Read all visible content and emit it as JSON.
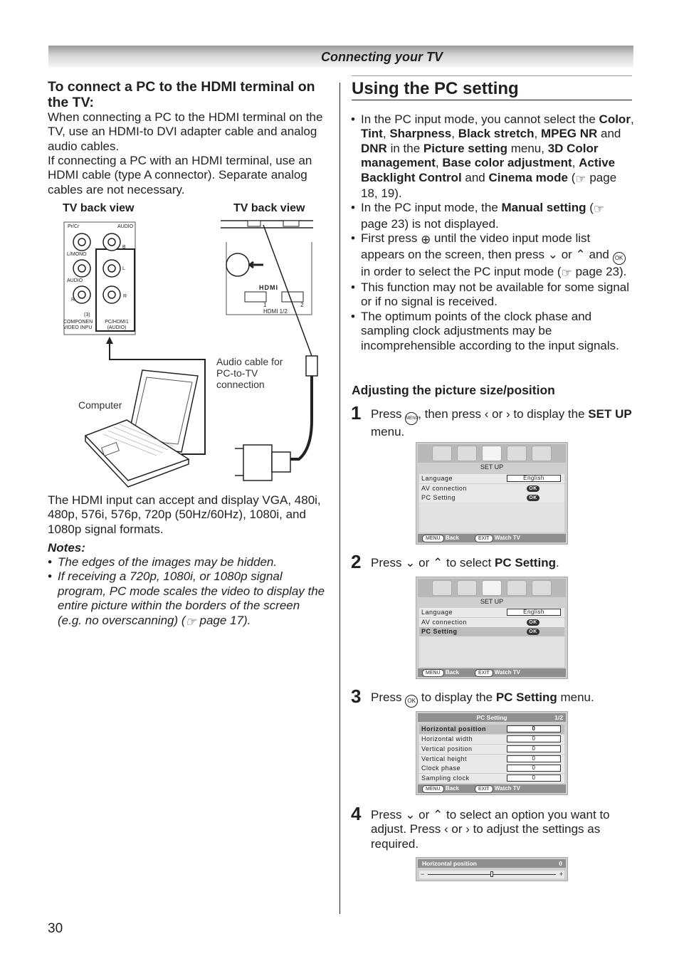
{
  "header": {
    "title": "Connecting your TV"
  },
  "left": {
    "heading": "To connect a PC to the HDMI terminal on the TV:",
    "para1": "When connecting a PC to the HDMI terminal on the TV, use an HDMI-to DVI adapter cable and analog audio cables.",
    "para2": "If connecting a PC with an HDMI terminal, use an HDMI cable (type A connector). Separate analog cables are not necessary.",
    "diagram": {
      "tv_back_view_1": "TV back view",
      "tv_back_view_2": "TV back view",
      "jack_pr": "Pr/Cr",
      "jack_audio_top": "AUDIO",
      "jack_b": "B",
      "jack_lmono": "L/MONO",
      "jack_l": "L",
      "jack_audio_left": "AUDIO",
      "jack_r1": "R",
      "jack_r2": "R",
      "jack_3": "(3)",
      "component": "COMPONEN VIDEO INPU",
      "pc_hdmi": "PC/HDMI1 (AUDIO)",
      "hdmi_logo": "HDMI",
      "hdmi_1": "1",
      "hdmi_2": "2",
      "hdmi_12": "HDMI 1/2",
      "audio_cable": "Audio cable for PC-to-TV connection",
      "computer": "Computer"
    },
    "formats": "The HDMI input can accept and display VGA, 480i, 480p, 576i, 576p, 720p (50Hz/60Hz), 1080i, and 1080p signal formats.",
    "notes_title": "Notes:",
    "note1": "The edges of the images may be hidden.",
    "note2_a": "If receiving a 720p, 1080i, or 1080p signal program, PC mode scales the video to display the entire picture within the borders of the screen (e.g. no overscanning) (",
    "note2_b": " page 17)."
  },
  "right": {
    "title": "Using the PC setting",
    "b1": {
      "t1": "In the PC input mode, you cannot select the ",
      "color": "Color",
      "c1": ", ",
      "tint": "Tint",
      "c2": ", ",
      "sharpness": "Sharpness",
      "c3": ", ",
      "black": "Black stretch",
      "c4": ", ",
      "mpeg": "MPEG NR",
      "and1": " and ",
      "dnr": "DNR",
      "in": " in the ",
      "picture": "Picture setting",
      "menu": " menu, ",
      "color3d": "3D Color management",
      "c5": ", ",
      "base": "Base color adjustment",
      "c6": ", ",
      "backlight": "Active Backlight Control",
      "and2": " and ",
      "cinema": "Cinema mode",
      "open": " (",
      "ref": " page 18, 19)."
    },
    "b2": {
      "t1": "In the PC input mode, the ",
      "manual": "Manual setting",
      "open": " (",
      "ref": " page 23) is not displayed."
    },
    "b3": {
      "t1": "First press ",
      "t2": " until the video input mode list appears on the screen, then press ",
      "or1": " or ",
      "and": " and ",
      "t3": " in order to select the PC input mode (",
      "ref": " page 23).",
      "ok": "OK"
    },
    "b4": "This function may not be available for some signal or if no signal is received.",
    "b5": "The optimum points of the clock phase and sampling clock adjustments may be incomprehensible according to the input signals.",
    "subheading": "Adjusting the picture size/position",
    "steps": [
      {
        "num": "1",
        "a": "Press ",
        "menu_btn": "MENU",
        "b": ", then press ",
        "or": " or ",
        "c": " to display the ",
        "bold": "SET UP",
        "d": " menu."
      },
      {
        "num": "2",
        "a": "Press ",
        "or": " or ",
        "b": " to select ",
        "bold": "PC Setting",
        "c": "."
      },
      {
        "num": "3",
        "a": "Press ",
        "ok": "OK",
        "b": " to display the ",
        "bold": "PC Setting",
        "c": " menu."
      },
      {
        "num": "4",
        "a": "Press ",
        "or": " or ",
        "b": " to select an option you want to adjust. Press ",
        "or2": " or ",
        "c": " to adjust the settings as required."
      }
    ],
    "osd1": {
      "title": "SET UP",
      "rows": [
        {
          "label": "Language",
          "value": "English"
        },
        {
          "label": "AV connection",
          "value": "OK"
        },
        {
          "label": "PC Setting",
          "value": "OK"
        }
      ],
      "back_key": "MENU",
      "back": "Back",
      "watch_key": "EXIT",
      "watch": "Watch TV"
    },
    "osd2": {
      "title": "SET UP",
      "rows": [
        {
          "label": "Language",
          "value": "English"
        },
        {
          "label": "AV connection",
          "value": "OK"
        },
        {
          "label": "PC Setting",
          "value": "OK"
        }
      ],
      "back_key": "MENU",
      "back": "Back",
      "watch_key": "EXIT",
      "watch": "Watch TV"
    },
    "osd3": {
      "title": "PC Setting",
      "page": "1/2",
      "rows": [
        {
          "label": "Horizontal position",
          "value": "0"
        },
        {
          "label": "Horizontal width",
          "value": "0"
        },
        {
          "label": "Vertical position",
          "value": "0"
        },
        {
          "label": "Vertical height",
          "value": "0"
        },
        {
          "label": "Clock phase",
          "value": "0"
        },
        {
          "label": "Sampling clock",
          "value": "0"
        }
      ],
      "back_key": "MENU",
      "back": "Back",
      "watch_key": "EXIT",
      "watch": "Watch TV"
    },
    "osd4": {
      "title": "Horizontal position",
      "value": "0",
      "level": 0.5
    }
  },
  "page_number": "30"
}
